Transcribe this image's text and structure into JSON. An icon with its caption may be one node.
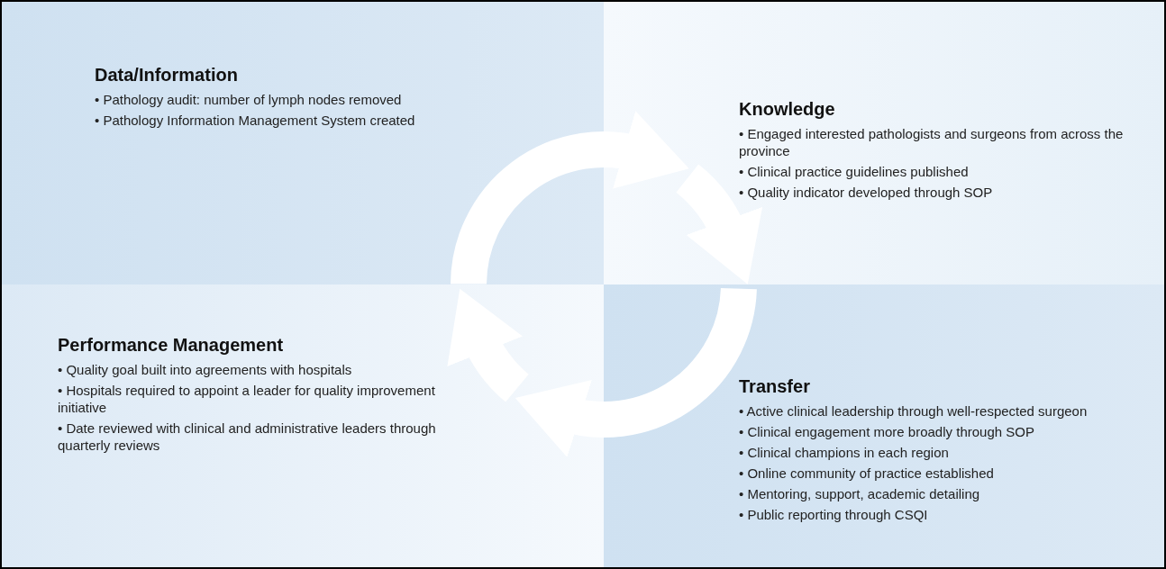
{
  "diagram": {
    "nodes": [
      {
        "text": [
          "Data/Information",
          "• Pathology audit: number of lymph nodes removed",
          "• Pathology Information Management System created"
        ]
      },
      {
        "text": [
          "Knowledge",
          "• Engaged interested pathologists and surgeons from across the province",
          "• Clinical practice guidelines published",
          "• Quality indicator developed through SOP"
        ]
      },
      {
        "text": [
          "Transfer",
          "• Active clinical leadership through well-respected surgeon",
          "• Clinical engagement more broadly through SOP",
          "• Clinical champions in each region",
          "• Online community of practice established",
          "• Mentoring, support, academic detailing",
          "• Public reporting through CSQI"
        ]
      },
      {
        "text": [
          "Performance Management",
          "• Quality goal built into agreements with hospitals",
          "• Hospitals required to appoint a leader for quality improvement initiative",
          "• Date reviewed with clinical and administrative leaders through quarterly reviews"
        ]
      }
    ],
    "edges": [
      {
        "from": 0,
        "to": 1,
        "arrow": "to"
      },
      {
        "from": 1,
        "to": 2,
        "arrow": "to"
      },
      {
        "from": 2,
        "to": 3,
        "arrow": "to"
      },
      {
        "from": 3,
        "to": 0,
        "arrow": "to"
      }
    ]
  }
}
